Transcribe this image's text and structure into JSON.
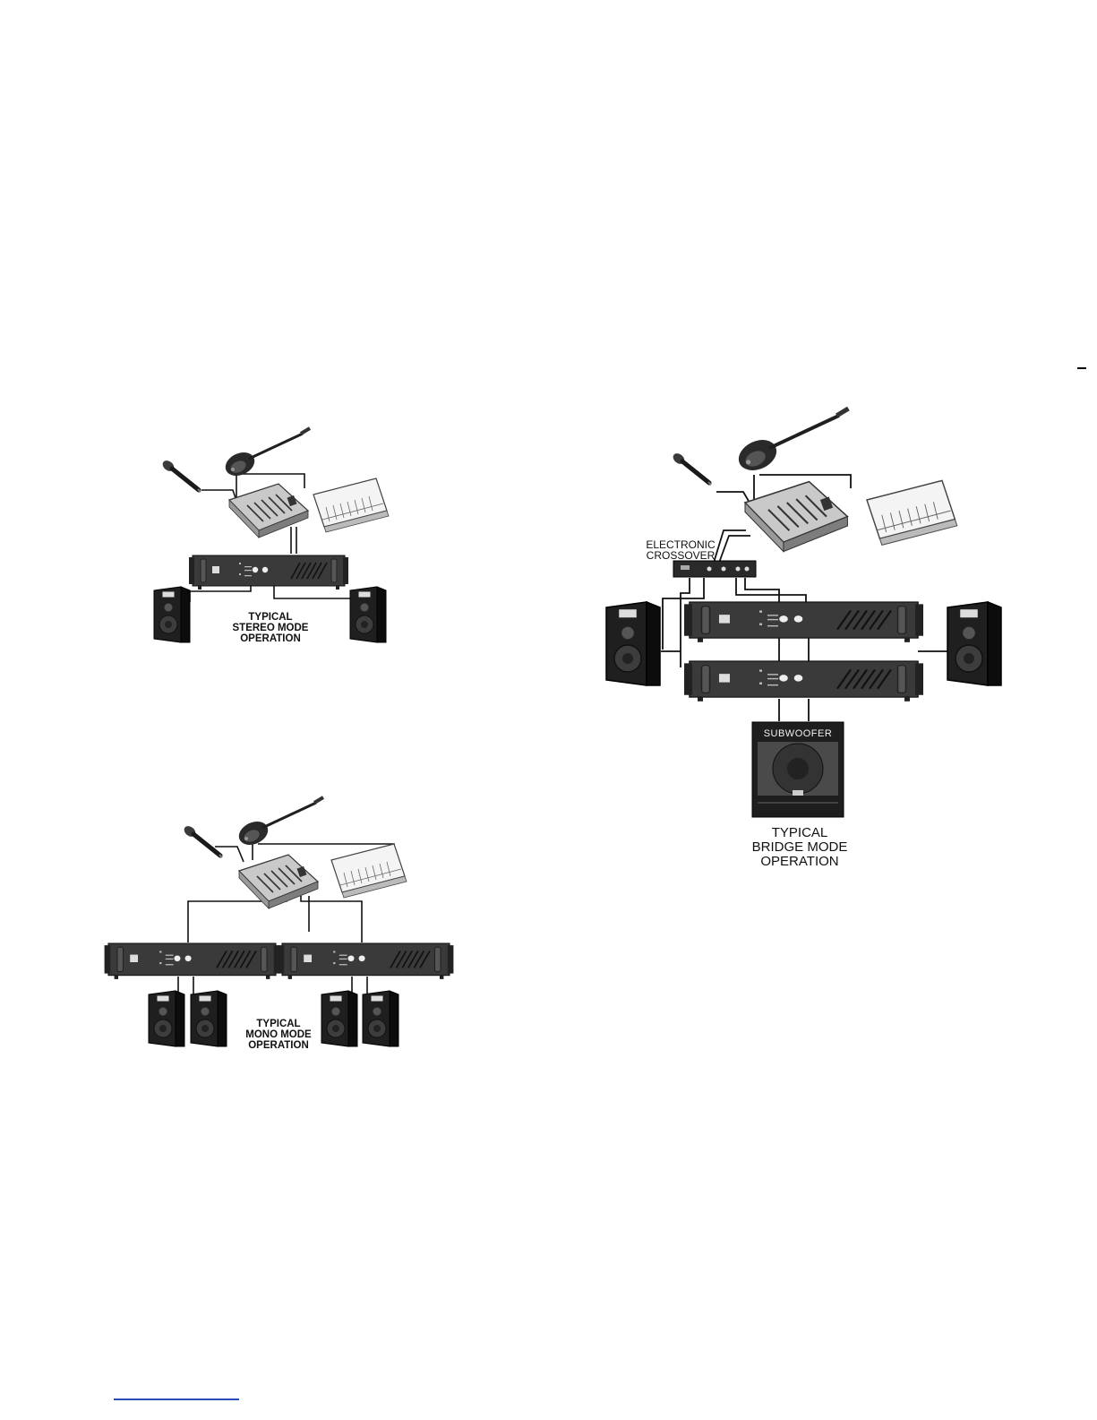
{
  "diagrams": {
    "stereo": {
      "caption": [
        "TYPICAL",
        "STEREO MODE",
        "OPERATION"
      ]
    },
    "mono": {
      "caption": [
        "TYPICAL",
        "MONO MODE",
        "OPERATION"
      ]
    },
    "bridge": {
      "caption": [
        "TYPICAL",
        "BRIDGE MODE",
        "OPERATION"
      ],
      "crossover_label": [
        "ELECTRONIC",
        "CROSSOVER"
      ],
      "subwoofer_label": "SUBWOOFER"
    }
  },
  "colors": {
    "ink": "#111111",
    "device_dark": "#2b2b2b",
    "device_mid": "#5a5a5a",
    "device_light": "#d8d8d8",
    "link_blue": "#2a4bb8"
  },
  "icons": [
    "microphone-icon",
    "bass-guitar-icon",
    "keyboard-icon",
    "mixer-icon",
    "amplifier-icon",
    "speaker-icon",
    "crossover-icon",
    "subwoofer-icon"
  ]
}
